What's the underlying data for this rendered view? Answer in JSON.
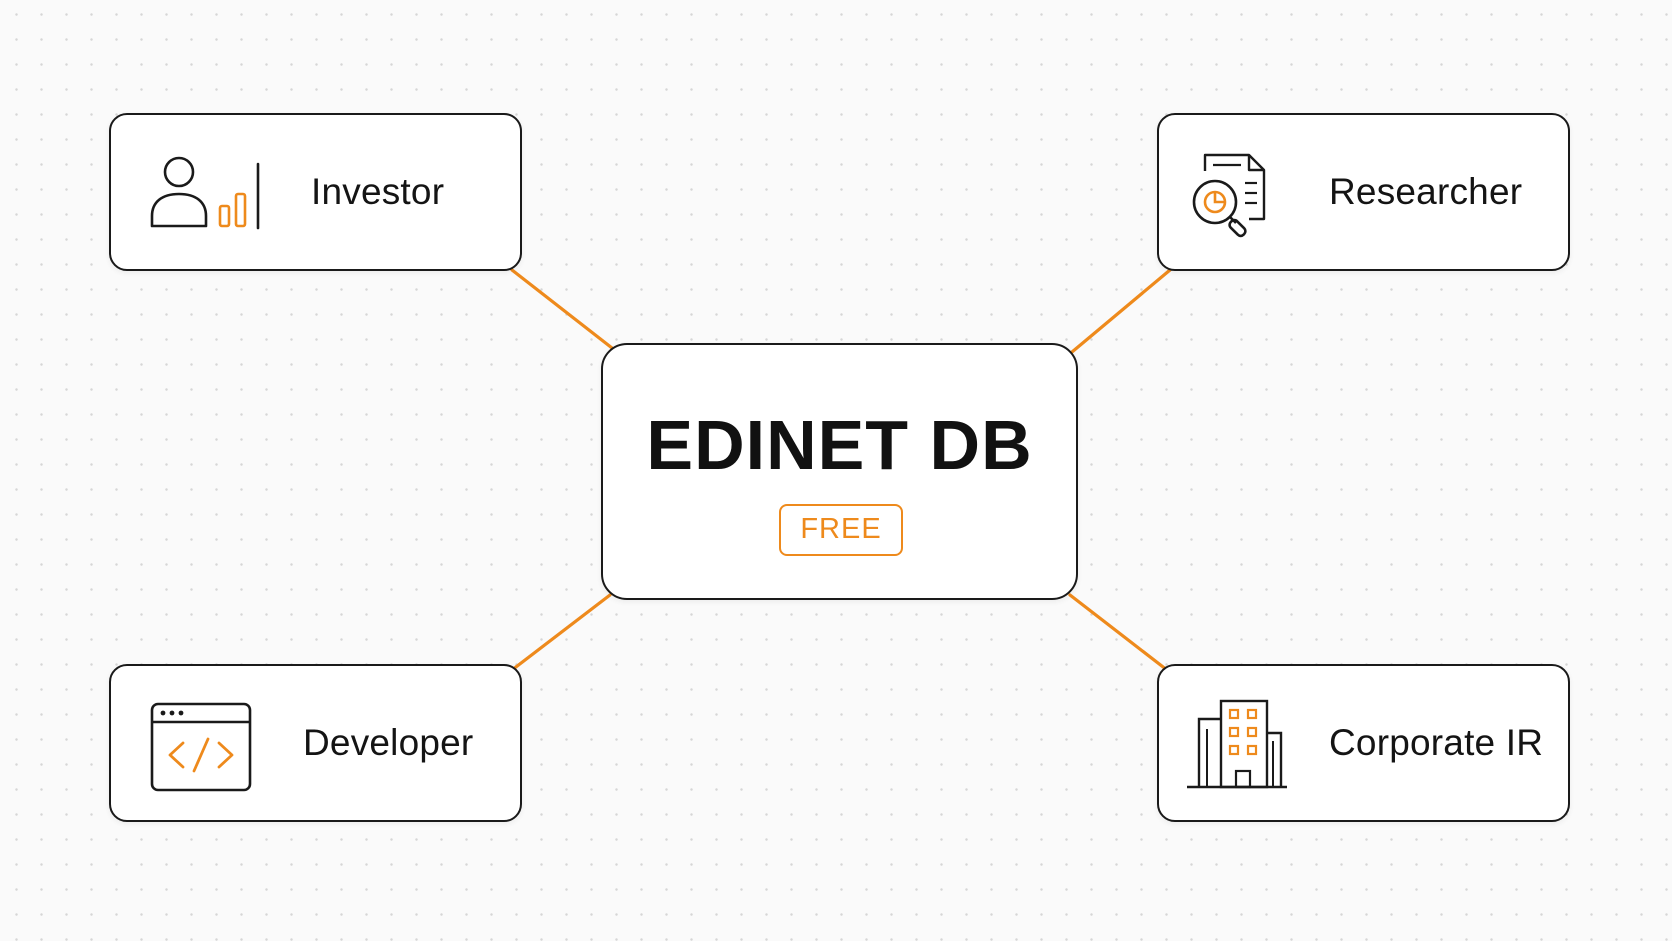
{
  "colors": {
    "accent": "#ee8a1c",
    "outline": "#1a1a1a",
    "background": "#fafafa"
  },
  "center": {
    "title": "EDINET DB",
    "badge": "FREE"
  },
  "users": [
    {
      "label": "Investor",
      "icon": "investor-chart-icon"
    },
    {
      "label": "Researcher",
      "icon": "document-search-icon"
    },
    {
      "label": "Developer",
      "icon": "code-window-icon"
    },
    {
      "label": "Corporate IR",
      "icon": "office-building-icon"
    }
  ]
}
